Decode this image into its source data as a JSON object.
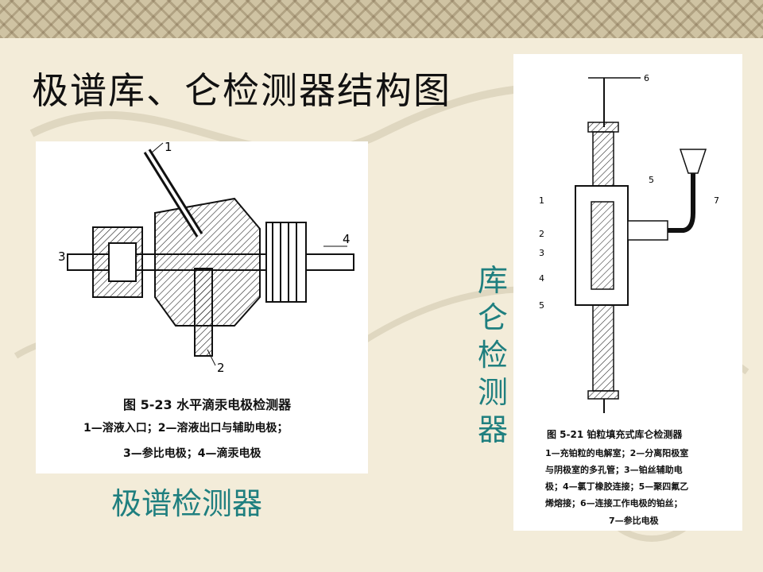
{
  "slide": {
    "title": "极谱库、仑检测器结构图",
    "left_figure_label": "极谱检测器",
    "right_figure_label": "库仑检测器"
  },
  "left_figure": {
    "caption_title": "图 5-23  水平滴汞电极检测器",
    "caption_line1": "1—溶液入口；2—溶液出口与辅助电极；",
    "caption_line2": "3—参比电极；4—滴汞电极",
    "part_numbers": [
      "1",
      "2",
      "3",
      "4"
    ]
  },
  "right_figure": {
    "caption_title": "图 5-21  铂粒填充式库仑检测器",
    "caption_line1": "1—充铂粒的电解室；2—分离阳极室",
    "caption_line2": "与阴极室的多孔管；3—铂丝辅助电",
    "caption_line3": "极；4—氯丁橡胶连接；5—聚四氟乙",
    "caption_line4": "烯熔接；6—连接工作电极的铂丝；",
    "caption_line5": "7—参比电极",
    "part_numbers": [
      "1",
      "2",
      "3",
      "4",
      "5",
      "5",
      "6",
      "7"
    ]
  }
}
